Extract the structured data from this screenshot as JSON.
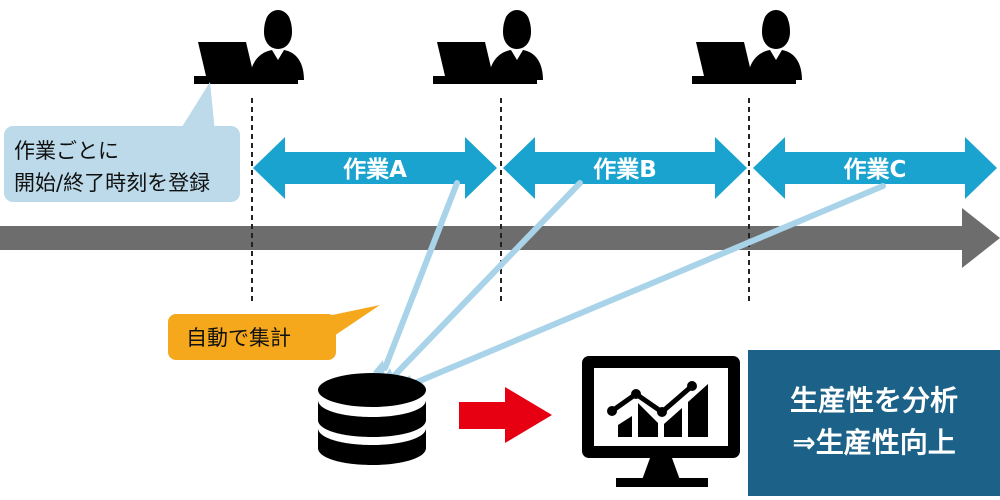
{
  "tasks": [
    {
      "label": "作業A"
    },
    {
      "label": "作業B"
    },
    {
      "label": "作業C"
    }
  ],
  "callout_register": {
    "line1": "作業ごとに",
    "line2": "開始/終了時刻を登録"
  },
  "callout_aggregate": {
    "text": "自動で集計"
  },
  "result_box": {
    "line1": "生産性を分析",
    "line2": "⇒生産性向上"
  },
  "colors": {
    "task_arrow": "#1aa3cf",
    "timeline": "#6d6d6d",
    "link_line": "#a9d3e9",
    "register_bubble": "#bcdaea",
    "aggregate_bubble": "#f5a81c",
    "result_box": "#1c6288",
    "flow_arrow": "#e60012",
    "icon": "#000000"
  },
  "icons": [
    "worker-at-laptop-icon",
    "database-icon",
    "monitor-chart-icon"
  ]
}
